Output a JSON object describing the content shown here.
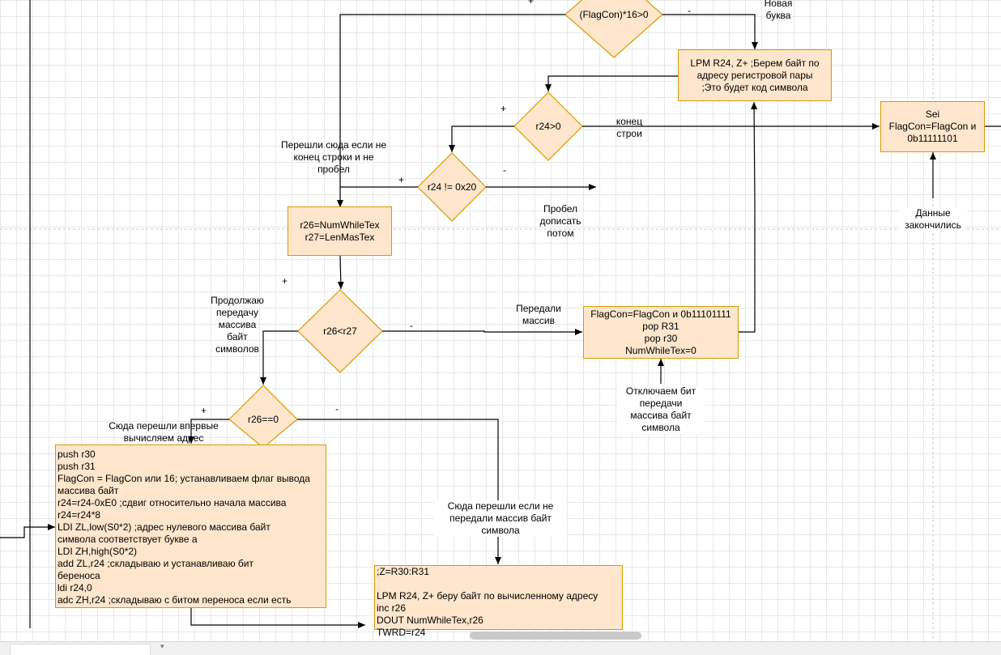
{
  "nodes": {
    "lpm_top": "LPM R24, Z+ ;Берем байт по\nадресу регистровой пары\n;Это будет код символа",
    "sei_box": "Sei\nFlagCon=FlagCon и\n0b11111101",
    "num_box": "r26=NumWhileTex\nr27=LenMasTex",
    "flag_box": "FlagCon=FlagCon и 0b11101111\npop R31\npop r30\nNumWhileTex=0",
    "push_box": "push r30\npush r31\nFlagCon = FlagCon или 16; устанавливаем флаг вывода\nмассива байт\nr24=r24-0xE0 ;сдвиг относительно начала массива\nr24=r24*8\nLDI ZL,low(S0*2)  ;адрес нулевого массива байт\nсимвола соответствует букве а\nLDI  ZH,high(S0*2)\nadd ZL,r24        ;складываю и устанавливаю бит\nбереноса\nldi r24,0\nadc ZH,r24  ;складываю с битом переноса если есть",
    "z_box": ";Z=R30:R31\n\nLPM R24, Z+ беру байт по вычисленному адресу\ninc r26\nDOUT NumWhileTex,r26\nTWRD=r24"
  },
  "decisions": {
    "flagcon": "(FlagCon)*16>0",
    "r24_gt0": "r24>0",
    "r24_ne20": "r24 != 0x20",
    "r26_lt27": "r26<r27",
    "r26_eq0": "r26==0"
  },
  "labels": {
    "new_letter": "Новая\nбуква",
    "end_line": "конец\nстрои",
    "came_here": "Перешли сюда если не\nконец строки и не\nпробел",
    "space_later": "Пробел\nдописать\nпотом",
    "data_end": "Данные\nзакончились",
    "continue_tx": "Продолжаю\nпередачу\nмассива\nбайт\nсимволов",
    "passed_array": "Передали\nмассив",
    "disable_bit": "Отключаем бит\nпередачи\nмассива байт\nсимвола",
    "first_time": "Сюда перешли впервые\nвычисляем адрес",
    "not_passed": "Сюда перешли если не\nпередали массив байт\nсимвола"
  },
  "signs": {
    "flagcon_yes": "+",
    "flagcon_no": "-",
    "r24gt0_yes": "+",
    "r24ne_yes": "+",
    "r24ne_no": "-",
    "r26lt_yes": "+",
    "r26lt_no": "-",
    "r26eq_yes": "+",
    "r26eq_no": "-"
  },
  "colors": {
    "node_fill": "#ffe6cc",
    "node_stroke": "#d79b00",
    "edge": "#000000",
    "grid": "#e8e8e8"
  }
}
